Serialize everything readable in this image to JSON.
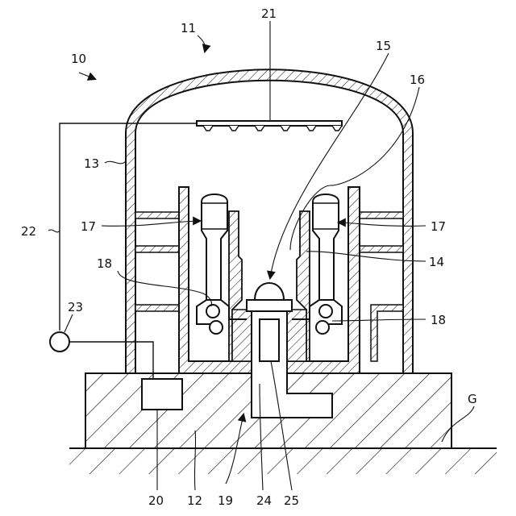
{
  "labels": {
    "l10": "10",
    "l11": "11",
    "l12": "12",
    "l13": "13",
    "l14": "14",
    "l15": "15",
    "l16": "16",
    "l17a": "17",
    "l17b": "17",
    "l18a": "18",
    "l18b": "18",
    "l19": "19",
    "l20": "20",
    "l21": "21",
    "l22": "22",
    "l23": "23",
    "l24": "24",
    "l25": "25",
    "lG": "G"
  }
}
